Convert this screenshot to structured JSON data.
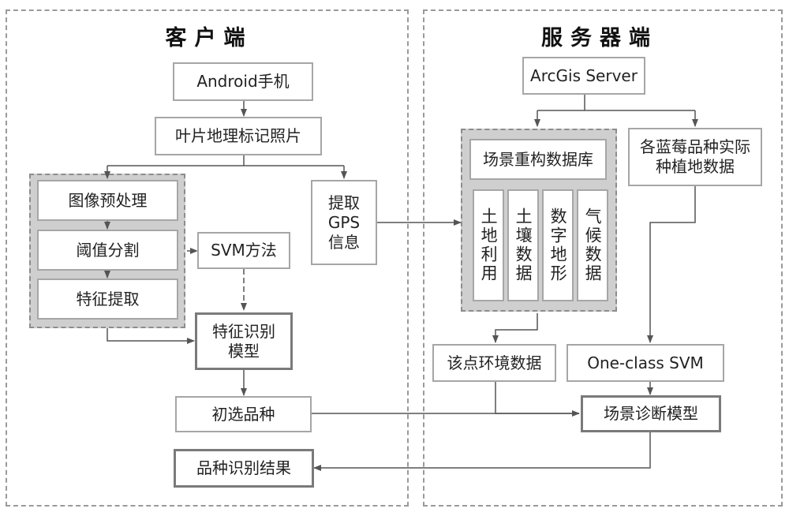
{
  "client": {
    "title": "客户端",
    "android": "Android手机",
    "leaf_photo": "叶片地理标记照片",
    "preprocess": "图像预处理",
    "threshold": "阈值分割",
    "feature_extract": "特征提取",
    "svm_method": "SVM方法",
    "gps": "提取\nGPS\n信息",
    "feature_model": "特征识别\n模型",
    "primary_variety": "初选品种",
    "result": "品种识别结果"
  },
  "server": {
    "title": "服务器端",
    "arcgis": "ArcGis Server",
    "scene_db": "场景重构数据库",
    "land_use": "土地利用",
    "soil_data": "土壤数据",
    "terrain": "数字地形",
    "climate": "气候数据",
    "planting_data": "各蓝莓品种实际\n种植地数据",
    "env_data": "该点环境数据",
    "one_class_svm": "One-class SVM",
    "scene_model": "场景诊断模型"
  },
  "colors": {
    "line": "#555555",
    "box_border": "#a6a6a6",
    "group_fill": "#cfcfcf"
  }
}
